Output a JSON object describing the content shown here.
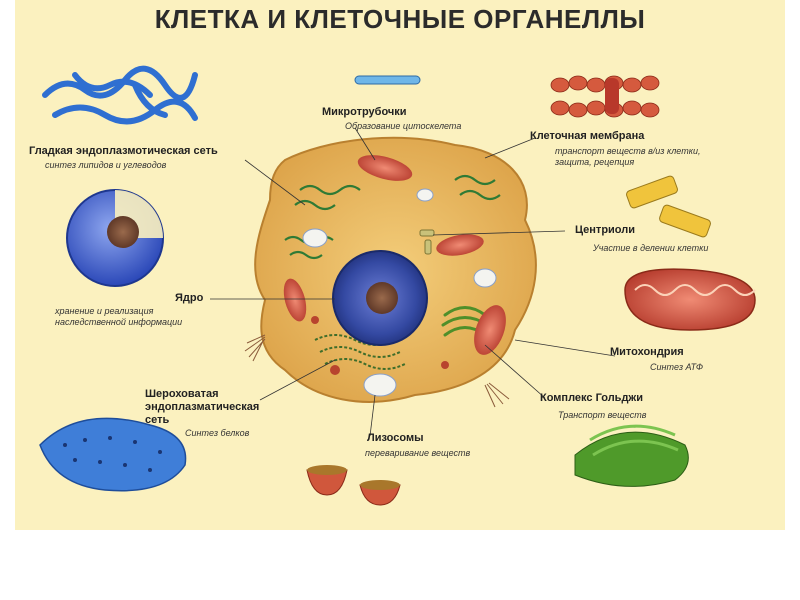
{
  "title": "КЛЕТКА И КЛЕТОЧНЫЕ ОРГАНЕЛЛЫ",
  "labels": {
    "microtubules": {
      "name": "Микротрубочки",
      "desc": "Образование цитоскелета"
    },
    "smooth_er": {
      "name": "Гладкая эндоплазмотическая сеть",
      "desc": "синтез липидов и углеводов"
    },
    "membrane": {
      "name": "Клеточная мембрана",
      "desc": "транспорт веществ в/из клетки,\nзащита, рецепция"
    },
    "centrioles": {
      "name": "Центриоли",
      "desc": "Участие в делении клетки"
    },
    "nucleus": {
      "name": "Ядро",
      "desc": "хранение и реализация\nнаследственной информации"
    },
    "mitochondria": {
      "name": "Митохондрия",
      "desc": "Синтез АТФ"
    },
    "golgi": {
      "name": "Комплекс Гольджи",
      "desc": "Транспорт веществ"
    },
    "rough_er": {
      "name": "Шероховатая\nэндоплазматическая\nсеть",
      "desc": "Синтез белков"
    },
    "lysosomes": {
      "name": "Лизосомы",
      "desc": "переваривание веществ"
    }
  },
  "colors": {
    "background": "#fbf1bf",
    "cytoplasm": "#e8b45a",
    "nucleus": "#3a4fa8",
    "mitochondria": "#c94b35",
    "er_blue": "#2f6fd1",
    "golgi_green": "#4f8f2a",
    "microtubule": "#6fb6e8"
  }
}
